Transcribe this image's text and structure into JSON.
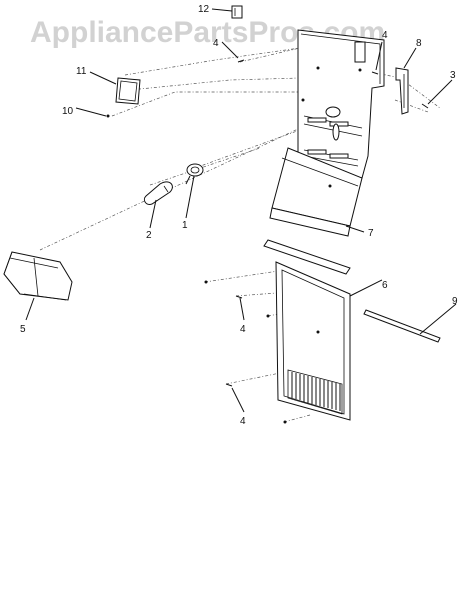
{
  "watermark": "AppliancePartsPros.com",
  "callouts": [
    {
      "id": "c12",
      "text": "12"
    },
    {
      "id": "c4a",
      "text": "4"
    },
    {
      "id": "c4b",
      "text": "4"
    },
    {
      "id": "c8",
      "text": "8"
    },
    {
      "id": "c3",
      "text": "3"
    },
    {
      "id": "c11",
      "text": "11"
    },
    {
      "id": "c10",
      "text": "10"
    },
    {
      "id": "c1",
      "text": "1"
    },
    {
      "id": "c2",
      "text": "2"
    },
    {
      "id": "c7",
      "text": "7"
    },
    {
      "id": "c6",
      "text": "6"
    },
    {
      "id": "c9",
      "text": "9"
    },
    {
      "id": "c5",
      "text": "5"
    },
    {
      "id": "c4c",
      "text": "4"
    },
    {
      "id": "c4d",
      "text": "4"
    }
  ]
}
